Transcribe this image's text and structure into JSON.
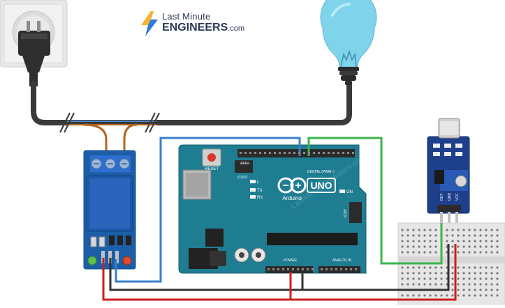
{
  "brand": {
    "name_line1": "Last Minute",
    "name_line2": "ENGINEERS",
    "tld": ".com",
    "colors": {
      "bolt_yellow": "#f7b32b",
      "bolt_blue": "#2d7be0",
      "text": "#2b3a55"
    }
  },
  "arduino": {
    "board_name": "UNO",
    "brand": "Arduino",
    "labels": {
      "reset": "RESET",
      "icsp2": "ICSP2",
      "icsp": "ICSP",
      "aref": "AREF",
      "digital": "DIGITAL (PWM~)",
      "power": "POWER",
      "analog_in": "ANALOG IN",
      "on": "ON",
      "l": "L",
      "tx": "TX",
      "rx": "RX"
    },
    "colors": {
      "board": "#1f7d92",
      "header": "#2b2b2b"
    }
  },
  "sensor": {
    "pins": [
      "OUT",
      "GND",
      "VCC"
    ],
    "colors": {
      "board": "#1e3f8a"
    }
  },
  "relay": {
    "colors": {
      "base": "#1c5fa8",
      "relay_block": "#1e56a8"
    }
  },
  "wires": {
    "colors": {
      "red": "#cc1f1f",
      "black": "#333333",
      "blue": "#3b7dcb",
      "green": "#3ab54a",
      "brown": "#b5651d",
      "mains": "#3a3a3a"
    }
  },
  "lamp": {
    "colors": {
      "glass": "#7fd3ea",
      "base": "#2b2b2b"
    }
  },
  "watermark": "LastMinuteEngineers.com"
}
